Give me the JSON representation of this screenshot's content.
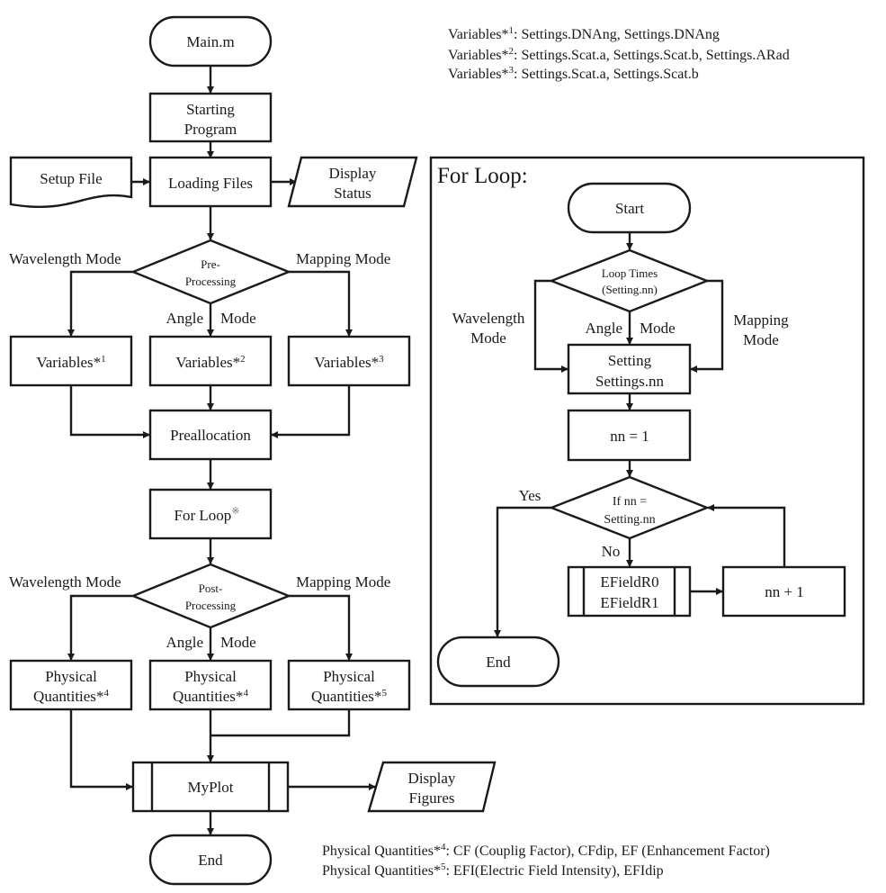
{
  "colors": {
    "stroke": "#1a1a1a",
    "background": "#ffffff"
  },
  "notes_top": [
    {
      "label": "Variables*",
      "sup": "1",
      "text": ": Settings.DNAng, Settings.DNAng"
    },
    {
      "label": "Variables*",
      "sup": "2",
      "text": ": Settings.Scat.a, Settings.Scat.b, Settings.ARad"
    },
    {
      "label": "Variables*",
      "sup": "3",
      "text": ": Settings.Scat.a, Settings.Scat.b"
    }
  ],
  "notes_bottom": [
    {
      "label": "Physical Quantities*",
      "sup": "4",
      "text": ": CF (Couplig Factor), CFdip, EF (Enhancement Factor)"
    },
    {
      "label": "Physical Quantities*",
      "sup": "5",
      "text": ": EFI(Electric Field Intensity), EFIdip"
    }
  ],
  "main_flow": {
    "main": "Main.m",
    "starting": [
      "Starting",
      "Program"
    ],
    "setup_file": "Setup File",
    "loading": "Loading Files",
    "display_status": [
      "Display",
      "Status"
    ],
    "pre_processing": [
      "Pre-",
      "Processing"
    ],
    "branch_labels": {
      "wavelength": "Wavelength Mode",
      "mapping": "Mapping Mode",
      "angle": "Angle",
      "mode": "Mode"
    },
    "variables": [
      {
        "label": "Variables*",
        "sup": "1"
      },
      {
        "label": "Variables*",
        "sup": "2"
      },
      {
        "label": "Variables*",
        "sup": "3"
      }
    ],
    "preallocation": "Preallocation",
    "for_loop": "For Loop",
    "for_loop_mark": "※",
    "post_processing": [
      "Post-",
      "Processing"
    ],
    "physical": [
      {
        "line1": "Physical",
        "label": "Quantities*",
        "sup": "4"
      },
      {
        "line1": "Physical",
        "label": "Quantities*",
        "sup": "4"
      },
      {
        "line1": "Physical",
        "label": "Quantities*",
        "sup": "5"
      }
    ],
    "myplot": "MyPlot",
    "display_figures": [
      "Display",
      "Figures"
    ],
    "end": "End"
  },
  "for_loop_panel": {
    "title": "For Loop:",
    "start": "Start",
    "loop_times": [
      "Loop Times",
      "(Setting.nn)"
    ],
    "wavelength_mode": [
      "Wavelength",
      "Mode"
    ],
    "mapping_mode": [
      "Mapping",
      "Mode"
    ],
    "angle": "Angle",
    "mode": "Mode",
    "setting": [
      "Setting",
      "Settings.nn"
    ],
    "nn_init": "nn = 1",
    "if_cond": [
      "If  nn =",
      "Setting.nn"
    ],
    "yes": "Yes",
    "no": "No",
    "efield": [
      "EFieldR0",
      "EFieldR1"
    ],
    "increment": "nn + 1",
    "end": "End"
  }
}
